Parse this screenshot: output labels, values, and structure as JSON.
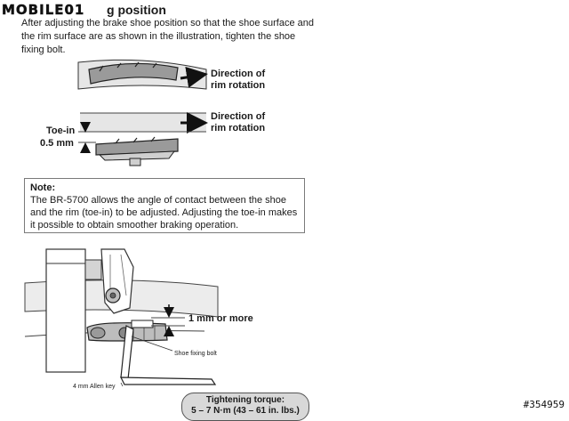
{
  "watermark": {
    "text": "MOBILE01"
  },
  "section": {
    "heading": "g position",
    "intro": "After adjusting the brake shoe position so that the shoe surface and the rim surface are as shown in the illustration, tighten the shoe fixing bolt."
  },
  "figure_top": {
    "direction_label_1": "Direction of\nrim rotation",
    "direction_label_2": "Direction of\nrim rotation",
    "toe_in_label": "Toe-in",
    "toe_in_value": "0.5 mm"
  },
  "note": {
    "title": "Note:",
    "text": "The BR-5700 allows the angle of contact between the shoe and the rim (toe-in) to be adjusted. Adjusting the toe-in makes it possible to obtain smoother braking operation."
  },
  "figure_bottom": {
    "clearance_label": "1 mm or more",
    "bolt_label": "Shoe fixing bolt",
    "key_label": "4 mm Allen key"
  },
  "torque": {
    "title": "Tightening torque:",
    "value": "5 – 7 N·m (43 – 61 in. lbs.)"
  },
  "image_id": "#354959",
  "colors": {
    "ink": "#1a1a1a",
    "rim_fill": "#e6e6e6",
    "pad_fill": "#9a9a9a",
    "torque_bg": "#d8d8d8"
  }
}
